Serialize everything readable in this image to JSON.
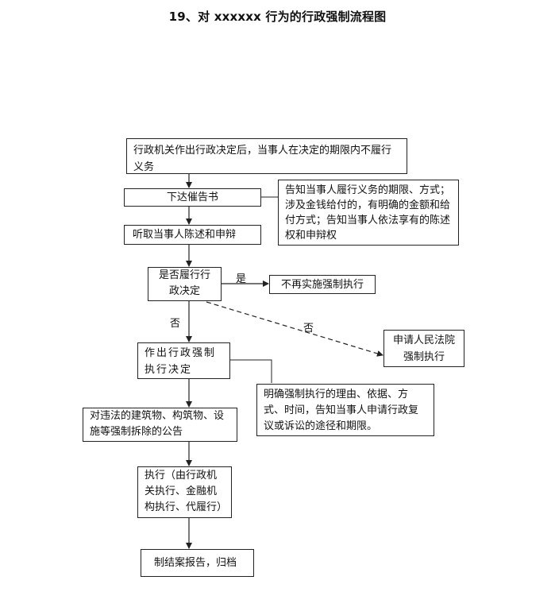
{
  "title": "19、对 xxxxxx 行为的行政强制流程图",
  "boxes": {
    "start": "行政机关作出行政决定后，当事人在决定的期限内不履行义务",
    "notice": "下达催告书",
    "notice_note": "告知当事人履行义务的期限、方式；涉及金钱给付的，有明确的金额和给付方式；告知当事人依法享有的陈述权和申辩权",
    "hearing": "听取当事人陈述和申辩",
    "decision_check": "是否履行行政决定",
    "no_enforce": "不再实施强制执行",
    "court": "申请人民法院强制执行",
    "make_decision": "作出行政强制执行决定",
    "decision_note": "明确强制执行的理由、依据、方式、时间，告知当事人申请行政复议或诉讼的途径和期限。",
    "demolish_notice": "对违法的建筑物、构筑物、设施等强制拆除的公告",
    "execute": "执行（由行政机关执行、金融机构执行、代履行）",
    "archive": "制结案报告，归档"
  },
  "labels": {
    "yes": "是",
    "no_down": "否",
    "no_diag": "否"
  }
}
